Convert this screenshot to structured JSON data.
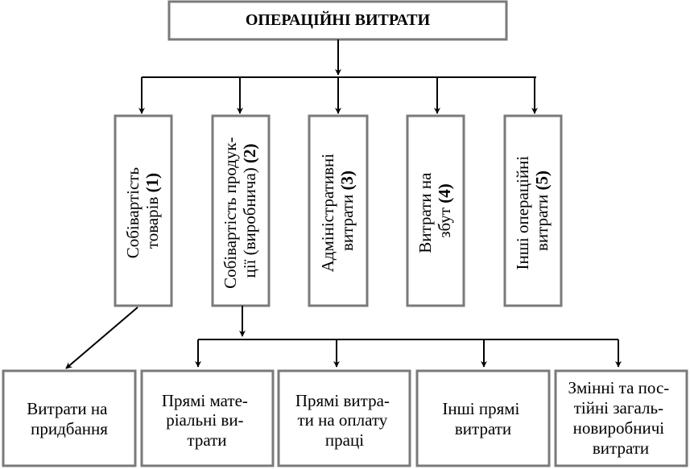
{
  "title": "ОПЕРАЦІЙНІ ВИТРАТИ",
  "categories": [
    {
      "lines": [
        {
          "text": "Собівартість"
        },
        {
          "text": "товарів ",
          "num": "(1)"
        }
      ]
    },
    {
      "lines": [
        {
          "text": "Собівартість продук-"
        },
        {
          "text": "ції (виробнича) ",
          "num": "(2)"
        }
      ]
    },
    {
      "lines": [
        {
          "text": "Адміністративні"
        },
        {
          "text": "витрати ",
          "num": "(3)"
        }
      ]
    },
    {
      "lines": [
        {
          "text": "Витрати на"
        },
        {
          "text": "збут ",
          "num": "(4)"
        }
      ]
    },
    {
      "lines": [
        {
          "text": "Інші операційні"
        },
        {
          "text": "витрати ",
          "num": "(5)"
        }
      ]
    }
  ],
  "bottom_boxes": [
    {
      "lines": [
        "Витрати на",
        "придбання"
      ]
    },
    {
      "lines": [
        "Прямі мате-",
        "ріальні ви-",
        "трати"
      ]
    },
    {
      "lines": [
        "Прямі витра-",
        "ти на оплату",
        "праці"
      ]
    },
    {
      "lines": [
        "Інші прямі",
        "витрати"
      ]
    },
    {
      "lines": [
        "Змінні та пос-",
        "тійні загаль-",
        "новиробничі",
        "витрати"
      ]
    }
  ]
}
